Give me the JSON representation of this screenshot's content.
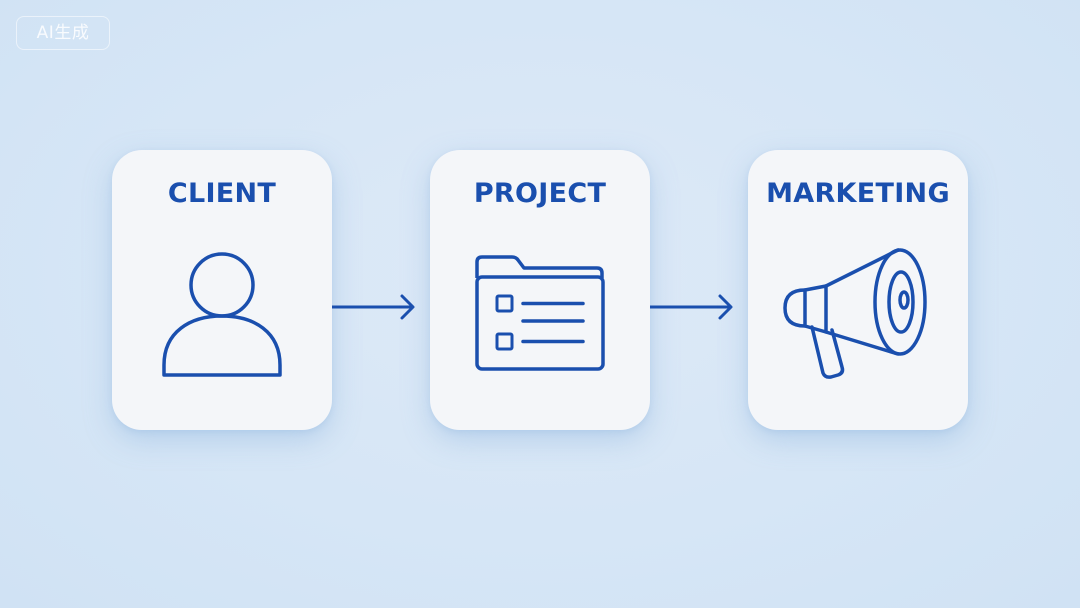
{
  "watermark": "AI生成",
  "steps": [
    {
      "title": "CLIENT",
      "icon": "user-icon"
    },
    {
      "title": "PROJECT",
      "icon": "folder-list-icon"
    },
    {
      "title": "MARKETING",
      "icon": "megaphone-icon"
    }
  ],
  "colors": {
    "accent": "#1a4fae",
    "card": "#f4f6f9",
    "background": "#d6e6f6"
  }
}
